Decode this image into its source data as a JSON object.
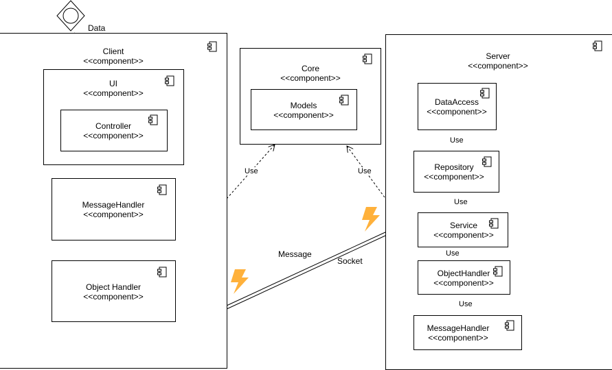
{
  "actor": {
    "label": "Data"
  },
  "client": {
    "name": "Client",
    "stereotype": "<<component>>",
    "ui": {
      "name": "UI",
      "stereotype": "<<component>>"
    },
    "controller": {
      "name": "Controller",
      "stereotype": "<<component>>"
    },
    "message_handler": {
      "name": "MessageHandler",
      "stereotype": "<<component>>"
    },
    "object_handler": {
      "name": "Object Handler",
      "stereotype": "<<component>>"
    }
  },
  "core": {
    "name": "Core",
    "stereotype": "<<component>>",
    "models": {
      "name": "Models",
      "stereotype": "<<component>>"
    }
  },
  "server": {
    "name": "Server",
    "stereotype": "<<component>>",
    "data_access": {
      "name": "DataAccess",
      "stereotype": "<<component>>"
    },
    "repository": {
      "name": "Repository",
      "stereotype": "<<component>>"
    },
    "service": {
      "name": "Service",
      "stereotype": "<<component>>"
    },
    "object_handler": {
      "name": "ObjectHandler",
      "stereotype": "<<component>>"
    },
    "message_handler": {
      "name": "MessageHandler",
      "stereotype": "<<component>>"
    }
  },
  "edges": {
    "use_client_core": "Use",
    "use_server_core": "Use",
    "use_repo_dataaccess": "Use",
    "use_service_repo": "Use",
    "use_objhandler_service": "Use",
    "use_msghandler_objhandler": "Use",
    "message": "Message",
    "socket": "Socket"
  },
  "colors": {
    "lightning": "#FFB13B",
    "line": "#000000"
  }
}
